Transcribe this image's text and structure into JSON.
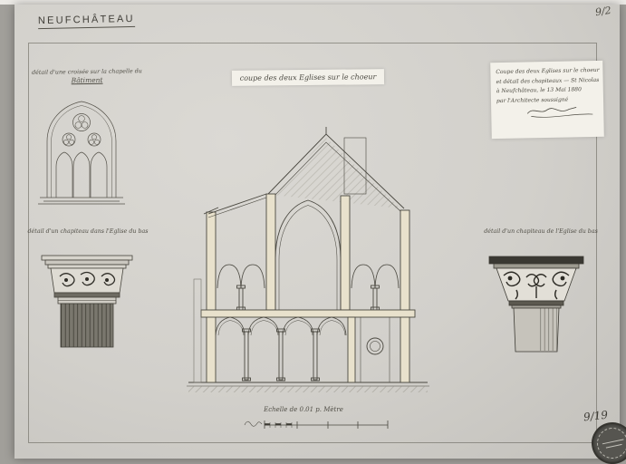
{
  "document": {
    "title": "NEUFCHÂTEAU",
    "corner_number": "9/2",
    "page_number": "9/19"
  },
  "labels": {
    "window_caption_line1": "détail d'une croisée sur la chapelle du",
    "window_caption_line2": "Bâtiment",
    "left_capital_caption": "détail d'un chapiteau dans l'Eglise du bas",
    "center_title": "coupe des deux Eglises sur le choeur",
    "right_capital_caption": "détail d'un chapiteau de l'Eglise du bas",
    "scale_label": "Echelle de 0.01 p. Mètre"
  },
  "note": {
    "line1": "Coupe des deux Eglises sur le choeur",
    "line2": "et détail des chapiteaux — St Nicolas",
    "line3": "à Neufchâteau, le 13 Mai 1880",
    "line4": "par l'Architecte soussigné"
  },
  "colors": {
    "paper": "#d2d0cb",
    "ink": "#4a4840",
    "cut_wall_tint": "#e8e1cc",
    "label_card": "#f3f1ea",
    "stamp": "#565550"
  }
}
